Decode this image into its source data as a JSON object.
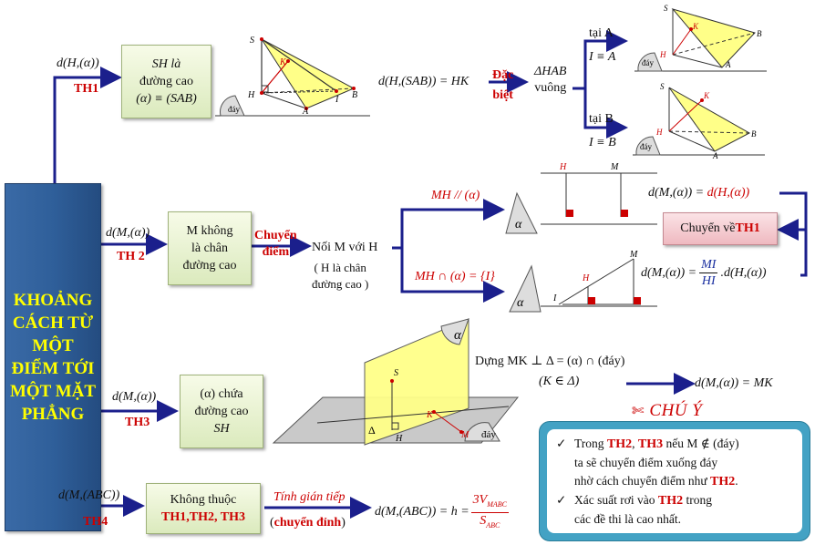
{
  "main": {
    "title": "KHOẢNG CÁCH TỪ MỘT ĐIỂM TỚI MỘT MẶT PHẲNG"
  },
  "th1": {
    "formula": "d(H,(α))",
    "tag": "TH1",
    "box": [
      "SH là",
      "đường cao",
      "(α) ≡ (SAB)"
    ],
    "result": "d(H,(SAB)) = HK",
    "special": [
      "Đặc",
      "biệt"
    ],
    "tri": [
      "ΔHAB",
      "vuông"
    ],
    "case_a": [
      "tại A",
      "I ≡ A"
    ],
    "case_b": [
      "tại B",
      "I ≡ B"
    ],
    "fig_labels": {
      "S": "S",
      "K": "K",
      "H": "H",
      "A": "A",
      "B": "B",
      "I": "I",
      "day": "đáy"
    }
  },
  "th2": {
    "formula": "d(M,(α))",
    "tag": "TH 2",
    "box": [
      "M không",
      "là chân",
      "đường cao"
    ],
    "arrow_label": [
      "Chuyển",
      "điểm"
    ],
    "join": "Nối M với H",
    "join_sub": [
      "( H là chân",
      "đường cao )"
    ],
    "parallel": "MH // (α)",
    "intersect": "MH ∩ (α) = {I}",
    "result_par_left": "d(M,(α)) = ",
    "result_par_right": "d(H,(α))",
    "transfer_prefix": "Chuyển về ",
    "transfer_tag": "TH1",
    "ratio_left": "d(M,(α)) = ",
    "ratio_num": "MI",
    "ratio_den": "HI",
    "ratio_right": ".d(H,(α))",
    "alpha": "α",
    "fig_labels": {
      "H": "H",
      "M": "M",
      "I": "I"
    }
  },
  "th3": {
    "formula": "d(M,(α))",
    "tag": "TH3",
    "box": [
      "(α) chứa",
      "đường cao",
      "SH"
    ],
    "construct": "Dựng MK ⊥ Δ = (α) ∩ (đáy)",
    "construct_sub": "(K ∈ Δ)",
    "result": "d(M,(α)) = MK",
    "fig_labels": {
      "alpha": "α",
      "S": "S",
      "K": "K",
      "M": "M",
      "H": "H",
      "delta": "Δ",
      "day": "đáy"
    }
  },
  "th4": {
    "formula": "d(M,(ABC))",
    "tag": "TH4",
    "box": [
      "Không thuộc",
      "TH1,TH2, TH3"
    ],
    "arrow_label": "Tính gián tiếp",
    "arrow_sub_pre": "(",
    "arrow_sub": "chuyển đỉnh",
    "arrow_sub_post": ")",
    "result_left": "d(M,(ABC)) = h = ",
    "result_num": "3V",
    "result_num_sub": "MABC",
    "result_den": "S",
    "result_den_sub": "ABC"
  },
  "note": {
    "title": "CHÚ Ý",
    "line1_pre": "Trong ",
    "line1_tag1": "TH2",
    "line1_sep": ", ",
    "line1_tag2": "TH3",
    "line1_post": " nếu  M ∉ (đáy)",
    "line2": "ta sẽ chuyển điểm xuống đáy",
    "line3_pre": "nhờ cách chuyển điểm như ",
    "line3_tag": "TH2",
    "line3_post": ".",
    "line4_pre": "Xác suất rơi vào ",
    "line4_tag": "TH2",
    "line4_post": " trong",
    "line5": "các đề thi là cao nhất."
  },
  "colors": {
    "arrow": "#1b1f8c",
    "red": "#cc0000",
    "yellow": "#ffff99",
    "main": "#2f5f9a",
    "title_text": "#ffff00",
    "note_border": "#43a2c4"
  }
}
